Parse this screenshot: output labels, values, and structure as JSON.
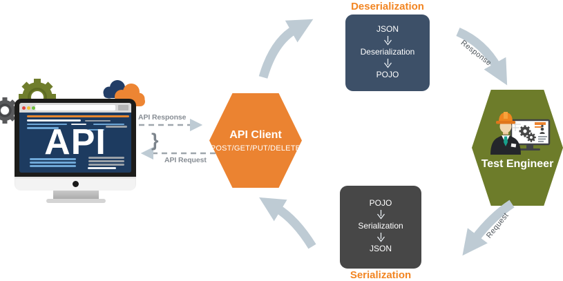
{
  "server": {
    "screen_text": "API"
  },
  "client_hexagon": {
    "title": "API Client",
    "methods": "POST/GET/PUT/DELETE",
    "color": "#EB8331"
  },
  "dashed_links": {
    "response_label": "API Response",
    "request_label": "API Request",
    "brace": "}"
  },
  "flow_labels": {
    "response": "Response",
    "request": "Request"
  },
  "deserialization": {
    "heading": "Deserialization",
    "steps": [
      "JSON",
      "Deserialization",
      "POJO"
    ],
    "box_color": "#3D5068",
    "heading_color": "#F28522"
  },
  "serialization": {
    "heading": "Serialization",
    "steps": [
      "POJO",
      "Serialization",
      "JSON"
    ],
    "box_color": "#474747",
    "heading_color": "#F28522"
  },
  "test_engineer": {
    "label": "Test Engineer",
    "hexagon_color": "#6D7C2A"
  },
  "colors": {
    "accent_orange": "#EB8331",
    "screen_navy": "#1D3B60",
    "curved_arrow": "#BECBD4",
    "dashed_line": "#9EA6AC",
    "olive": "#6D7C2A",
    "slate_box": "#3D5068",
    "gray_box": "#474747"
  },
  "icons": {
    "gear-icon": "cog shape",
    "cloud-icon": "cloud shape",
    "down-arrow-icon": "thin open-head down arrow",
    "curved-arrow-icon": "thick curved arrow",
    "engineer-icon": "worker with hard hat at monitor",
    "camera-dot-icon": "monitor chin dot",
    "traffic-dots-icon": "browser window dots"
  }
}
